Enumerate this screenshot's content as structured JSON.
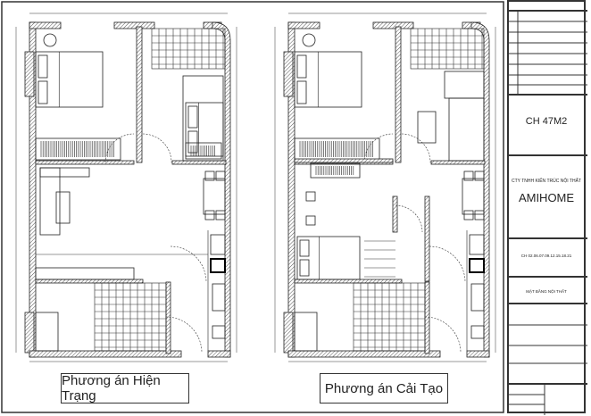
{
  "plans": [
    {
      "label": "Phương án Hiện Trạng"
    },
    {
      "label": "Phương án Cải Tạo"
    }
  ],
  "title_block": {
    "project_code": "CH 47M2",
    "company": "CTY TNHH KIẾN TRÚC NỘI THẤT",
    "brand": "AMIHOME",
    "apartments": "CH 02.06.07.09.12.15.18.21",
    "drawing_name": "MẶT BẰNG NỘI THẤT"
  },
  "colors": {
    "line": "#222222",
    "hatch": "#555555",
    "background": "#ffffff"
  }
}
